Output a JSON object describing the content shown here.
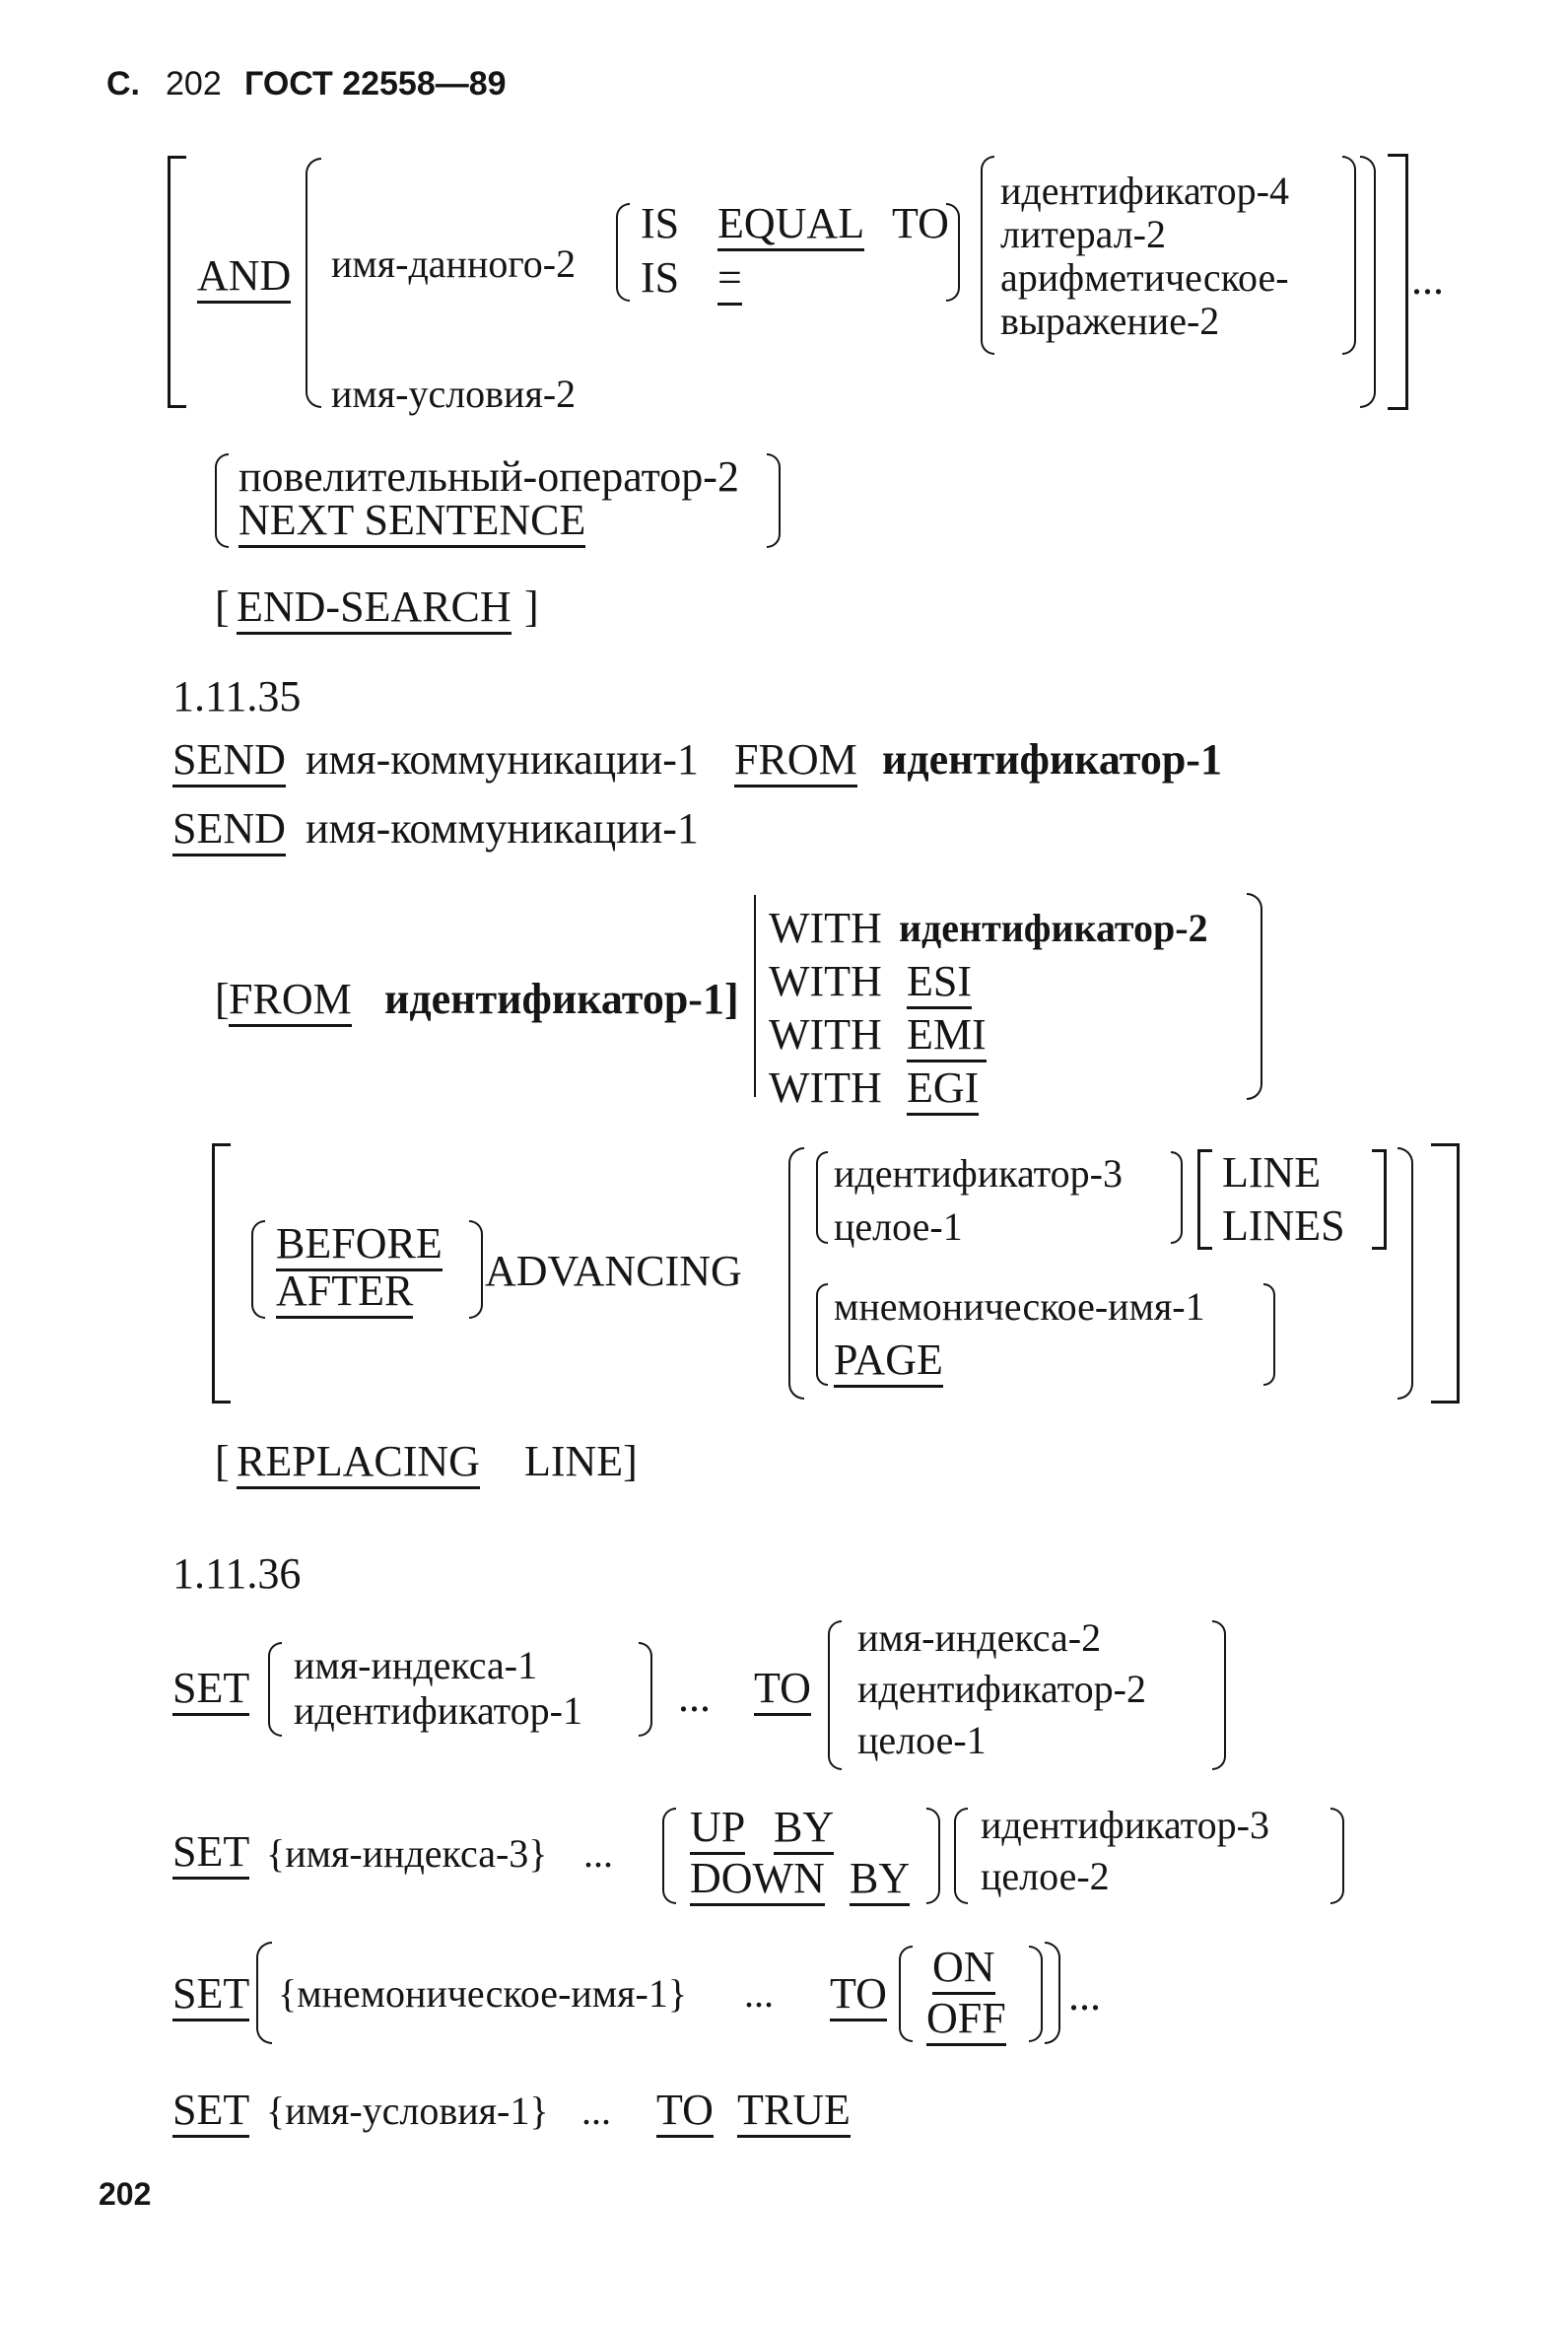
{
  "header": {
    "prefix": "С.",
    "page": "202",
    "standard": "ГОСТ 22558—89"
  },
  "and_clause": {
    "and_kw": "AND",
    "data_name": "имя-данного-2",
    "is_kw": "IS",
    "equal_kw": "EQUAL",
    "to_kw": "TO",
    "is_kw2": "IS",
    "equals_sign": "=",
    "options": [
      "идентификатор-4",
      "литерал-2",
      "арифметическое-",
      "выражение-2"
    ],
    "condition_name": "имя-условия-2",
    "ellipsis": "..."
  },
  "action_choice": {
    "imperative": "повелительный-оператор-2",
    "next_sentence": "NEXT SENTENCE"
  },
  "end_search": {
    "open": "[",
    "keyword": "END-SEARCH",
    "close": "]"
  },
  "section_1135": {
    "number": "1.11.35",
    "line1": {
      "send_kw": "SEND",
      "comm_name": "имя-коммуникации-1",
      "from_kw": "FROM",
      "identifier": "идентификатор-1"
    },
    "line2": {
      "send_kw": "SEND",
      "comm_name": "имя-коммуникации-1"
    },
    "from_clause": {
      "open": "[",
      "from_kw": "FROM",
      "identifier": "идентификатор-1]"
    },
    "with_options": [
      {
        "kw": "WITH",
        "arg": "идентификатор-2",
        "arg_kw": false
      },
      {
        "kw": "WITH",
        "arg": "ESI",
        "arg_kw": true
      },
      {
        "kw": "WITH",
        "arg": "EMI",
        "arg_kw": true
      },
      {
        "kw": "WITH",
        "arg": "EGI",
        "arg_kw": true
      }
    ],
    "advancing": {
      "before_kw": "BEFORE",
      "after_kw": "AFTER",
      "advancing_kw": "ADVANCING",
      "identifier": "идентификатор-3",
      "integer": "целое-1",
      "line_kw": "LINE",
      "lines_kw": "LINES",
      "mnemonic": "мнемоническое-имя-1",
      "page_kw": "PAGE"
    },
    "replacing": {
      "open": "[",
      "keyword": "REPLACING",
      "line_kw": "LINE]"
    }
  },
  "section_1136": {
    "number": "1.11.36",
    "set1": {
      "set_kw": "SET",
      "left_options": [
        "имя-индекса-1",
        "идентификатор-1"
      ],
      "ellipsis": "...",
      "to_kw": "TO",
      "right_options": [
        "имя-индекса-2",
        "идентификатор-2",
        "целое-1"
      ]
    },
    "set2": {
      "set_kw": "SET",
      "index": "{имя-индекса-3}",
      "ellipsis": "...",
      "up_kw": "UP",
      "by_kw": "BY",
      "down_kw": "DOWN",
      "by_kw2": "BY",
      "options": [
        "идентификатор-3",
        "целое-2"
      ]
    },
    "set3": {
      "set_kw": "SET",
      "mnemonic": "{мнемоническое-имя-1}",
      "ellipsis": "...",
      "to_kw": "TO",
      "on_kw": "ON",
      "off_kw": "OFF",
      "trailing": "..."
    },
    "set4": {
      "set_kw": "SET",
      "condition": "{имя-условия-1}",
      "ellipsis": "...",
      "to_kw": "TO",
      "true_kw": "TRUE"
    }
  },
  "footer": {
    "page_number": "202"
  }
}
